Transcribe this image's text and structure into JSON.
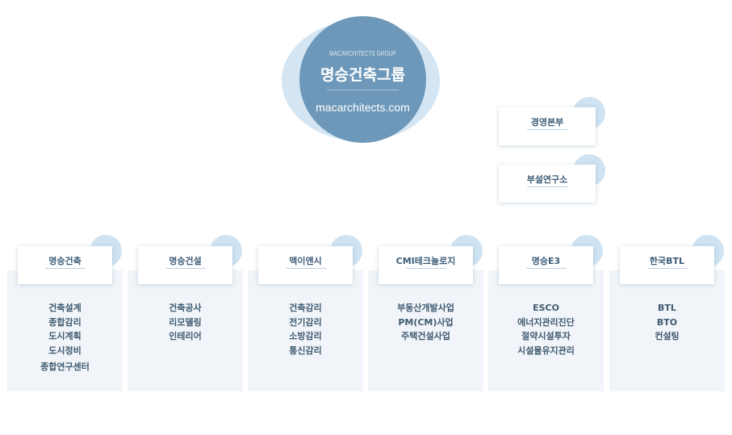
{
  "group": {
    "subtitle": "MACARCHITECTS GROUP",
    "name": "명승건축그룹",
    "url": "macarchitects.com"
  },
  "side_units": [
    {
      "label": "경영본부"
    },
    {
      "label": "부설연구소"
    }
  ],
  "companies": [
    {
      "name": "명승건축",
      "items": [
        "건축설계",
        "종합감리",
        "도시계획",
        "도시정비",
        "종합연구센터"
      ]
    },
    {
      "name": "명승건설",
      "items": [
        "건축공사",
        "리모델링",
        "인테리어"
      ]
    },
    {
      "name": "맥이앤시",
      "items": [
        "건축감리",
        "전기감리",
        "소방감리",
        "통신감리"
      ]
    },
    {
      "name": "CMI테크놀로지",
      "items": [
        "부동산개발사업",
        "PM(CM)사업",
        "주택건설사업"
      ]
    },
    {
      "name": "명승E3",
      "items": [
        "ESCO",
        "에너지관리진단",
        "절약시설투자",
        "시설물유지관리"
      ]
    },
    {
      "name": "한국BTL",
      "items": [
        "BTL",
        "BTO",
        "컨설팅"
      ]
    }
  ]
}
